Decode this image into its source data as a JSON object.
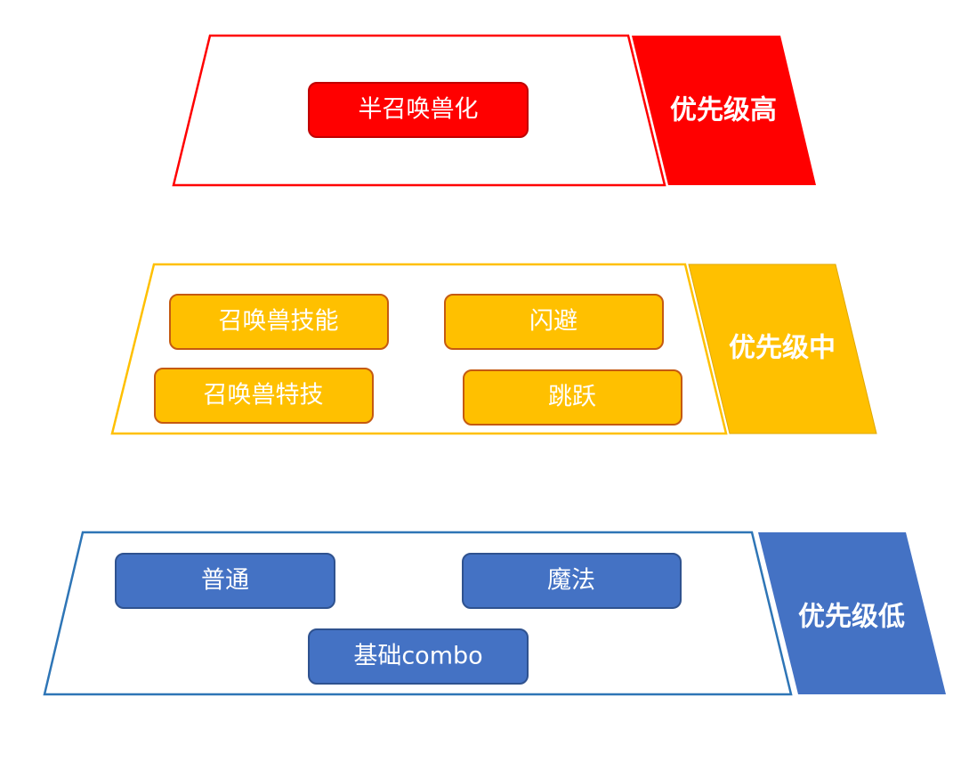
{
  "colors": {
    "high": "#ff0000",
    "high_box_border": "#c00000",
    "mid": "#ffc000",
    "mid_box_border": "#c55a11",
    "low": "#4472c4",
    "low_box_border": "#2f528f",
    "text": "#ffffff"
  },
  "tiers": {
    "high": {
      "label": "优先级高",
      "items": [
        "半召唤兽化"
      ]
    },
    "mid": {
      "label": "优先级中",
      "items": [
        "召唤兽技能",
        "闪避",
        "召唤兽特技",
        "跳跃"
      ]
    },
    "low": {
      "label": "优先级低",
      "items": [
        "普通",
        "魔法",
        "基础combo"
      ]
    }
  }
}
